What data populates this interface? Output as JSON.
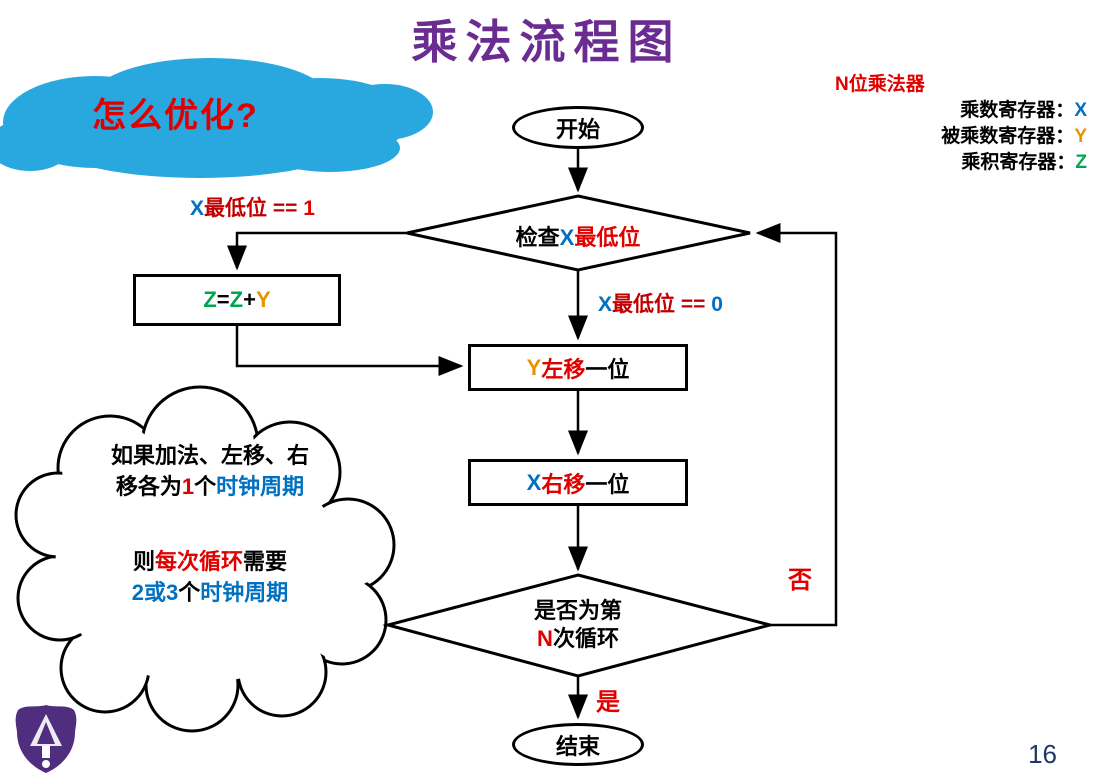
{
  "title": "乘法流程图",
  "question_cloud": {
    "text": "怎么优化?"
  },
  "legend": {
    "title": "N位乘法器",
    "rows": [
      {
        "label": "乘数寄存器：",
        "reg": "X"
      },
      {
        "label": "被乘数寄存器：",
        "reg": "Y"
      },
      {
        "label": "乘积寄存器：",
        "reg": "Z"
      }
    ]
  },
  "flowchart": {
    "start": "开始",
    "check_diamond": {
      "pre": "检查",
      "x": "X",
      "post": "最低位"
    },
    "branch_one": {
      "x": "X",
      "mid": "最低位 == ",
      "val": "1"
    },
    "branch_zero": {
      "x": "X",
      "mid": "最低位 == ",
      "val": "0"
    },
    "add_box": {
      "z1": "Z",
      "eq": " = ",
      "z2": "Z",
      "plus": " + ",
      "y": "Y"
    },
    "shift_left": {
      "y": "Y",
      "op": "左移",
      "rest": "一位"
    },
    "shift_right": {
      "x": "X",
      "op": "右移",
      "rest": "一位"
    },
    "loop_diamond": {
      "line1": "是否为第",
      "n": "N",
      "line2": "次循环"
    },
    "no": "否",
    "yes": "是",
    "end": "结束"
  },
  "note_cloud": {
    "line1": "如果加法、左移、右",
    "line2_pre": "移各为",
    "line2_num": "1",
    "line2_mid": "个",
    "line2_term": "时钟周期",
    "line3_pre": "则",
    "line3_red": "每次循环",
    "line3_post": "需要",
    "line4_num": "2或3",
    "line4_mid": "个",
    "line4_term": "时钟周期"
  },
  "page_number": "16",
  "colors": {
    "title_purple": "#6A2C91",
    "red": "#E00000",
    "dark_red": "#C00000",
    "blue": "#0070C0",
    "green": "#00A550",
    "orange": "#E69500",
    "cloud_blue": "#29A8E0",
    "page_number_navy": "#203864",
    "logo_purple": "#4F2D7F"
  }
}
